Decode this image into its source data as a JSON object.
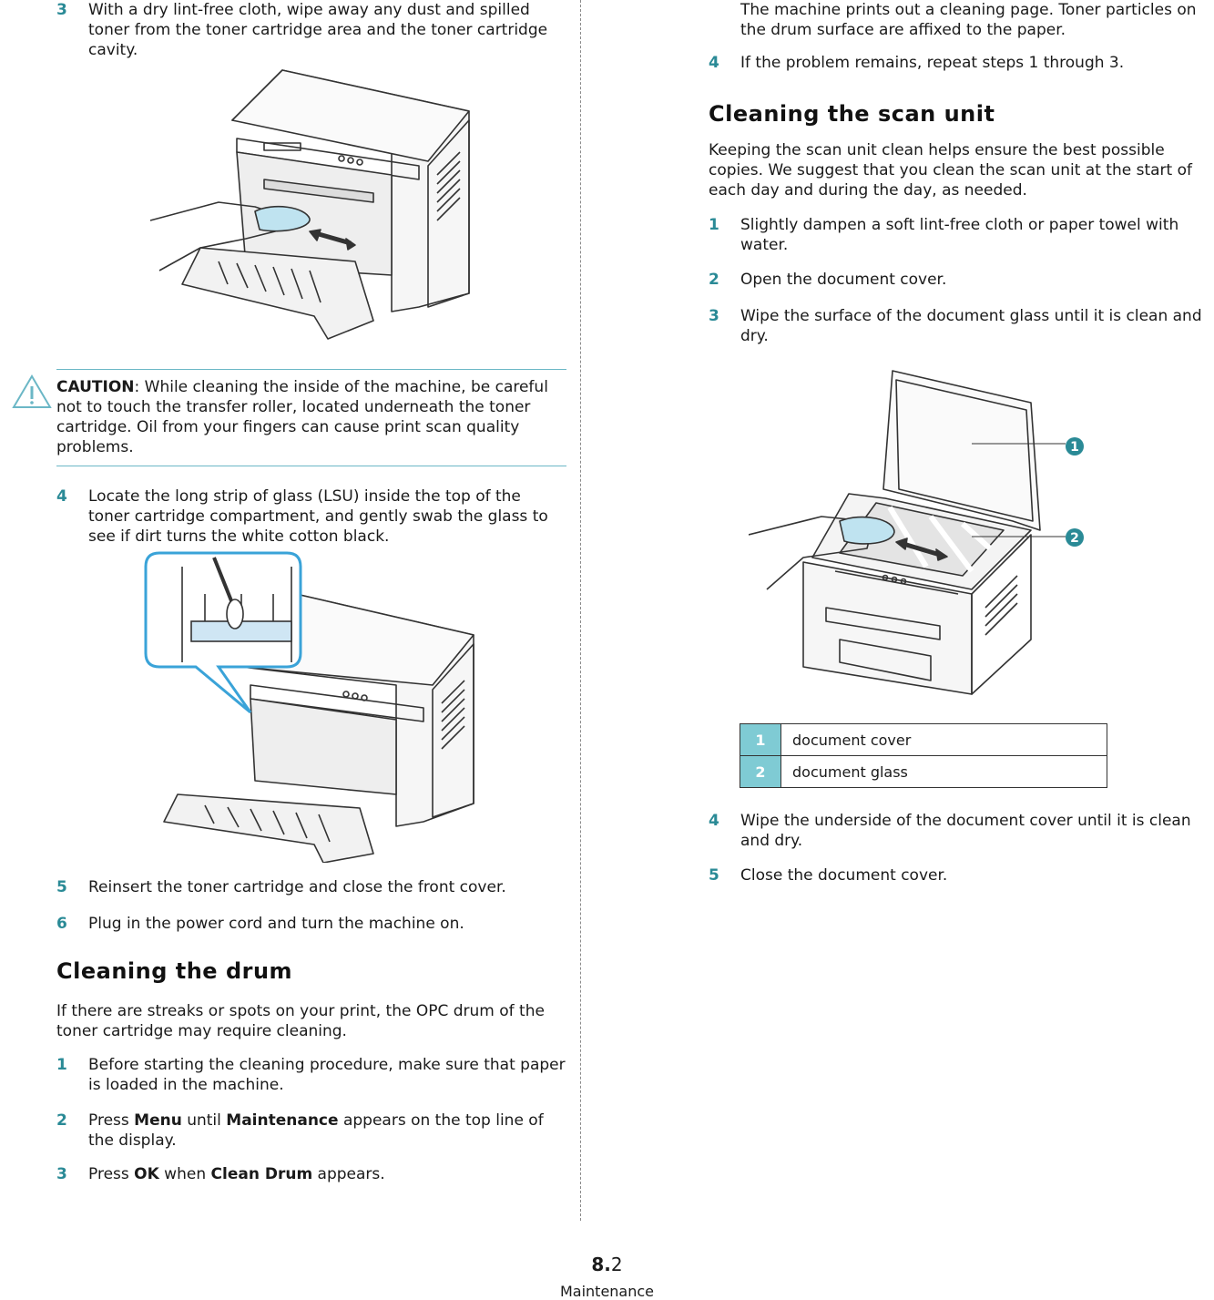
{
  "left": {
    "step3": {
      "num": "3",
      "text": "With a dry lint-free cloth, wipe away any dust and spilled toner from the toner cartridge area and the toner cartridge cavity."
    },
    "caution": {
      "label": "CAUTION",
      "text": ": While cleaning the inside of the machine, be careful not to touch the transfer roller, located underneath the toner cartridge. Oil from your fingers can cause print scan quality problems."
    },
    "step4": {
      "num": "4",
      "text": "Locate the long strip of glass (LSU) inside the top of the toner cartridge compartment, and gently swab the glass to see if dirt turns the white cotton black."
    },
    "step5": {
      "num": "5",
      "text": "Reinsert the toner cartridge and close the front cover."
    },
    "step6": {
      "num": "6",
      "text": "Plug in the power cord and turn the machine on."
    },
    "drum_heading": "Cleaning the drum",
    "drum_intro": "If there are streaks or spots on your print, the OPC drum of the toner cartridge may require cleaning.",
    "drum1": {
      "num": "1",
      "text": "Before starting the cleaning procedure, make sure that paper is loaded in the machine."
    },
    "drum2": {
      "num": "2",
      "pre": "Press ",
      "b1": "Menu",
      "mid": " until ",
      "b2": "Maintenance",
      "post": " appears on the top line of the display."
    },
    "drum3": {
      "num": "3",
      "pre": "Press ",
      "b1": "OK",
      "mid": " when ",
      "b2": "Clean Drum",
      "post": " appears."
    }
  },
  "right": {
    "cont": "The machine prints out a cleaning page. Toner particles on the drum surface are affixed to the paper.",
    "step4": {
      "num": "4",
      "text": "If the problem remains, repeat steps 1 through 3."
    },
    "scan_heading": "Cleaning the scan unit",
    "scan_intro": "Keeping the scan unit clean helps ensure the best possible copies. We suggest that you clean the scan unit at the start of each day and during the day, as needed.",
    "s1": {
      "num": "1",
      "text": "Slightly dampen a soft lint-free cloth or paper towel with water."
    },
    "s2": {
      "num": "2",
      "text": "Open the document cover."
    },
    "s3": {
      "num": "3",
      "text": "Wipe the surface of the document glass until it is clean and dry."
    },
    "callouts": [
      "1",
      "2"
    ],
    "legend": [
      {
        "n": "1",
        "label": "document cover"
      },
      {
        "n": "2",
        "label": "document glass"
      }
    ],
    "s4": {
      "num": "4",
      "text": "Wipe the underside of the document cover until it is clean and dry."
    },
    "s5": {
      "num": "5",
      "text": "Close the document cover."
    }
  },
  "footer": {
    "page_bold": "8.",
    "page_num": "2",
    "section": "Maintenance"
  },
  "colors": {
    "accent": "#2a8a96",
    "legend_fill": "#7fcbd4",
    "cloth": "#bfe3f0"
  }
}
